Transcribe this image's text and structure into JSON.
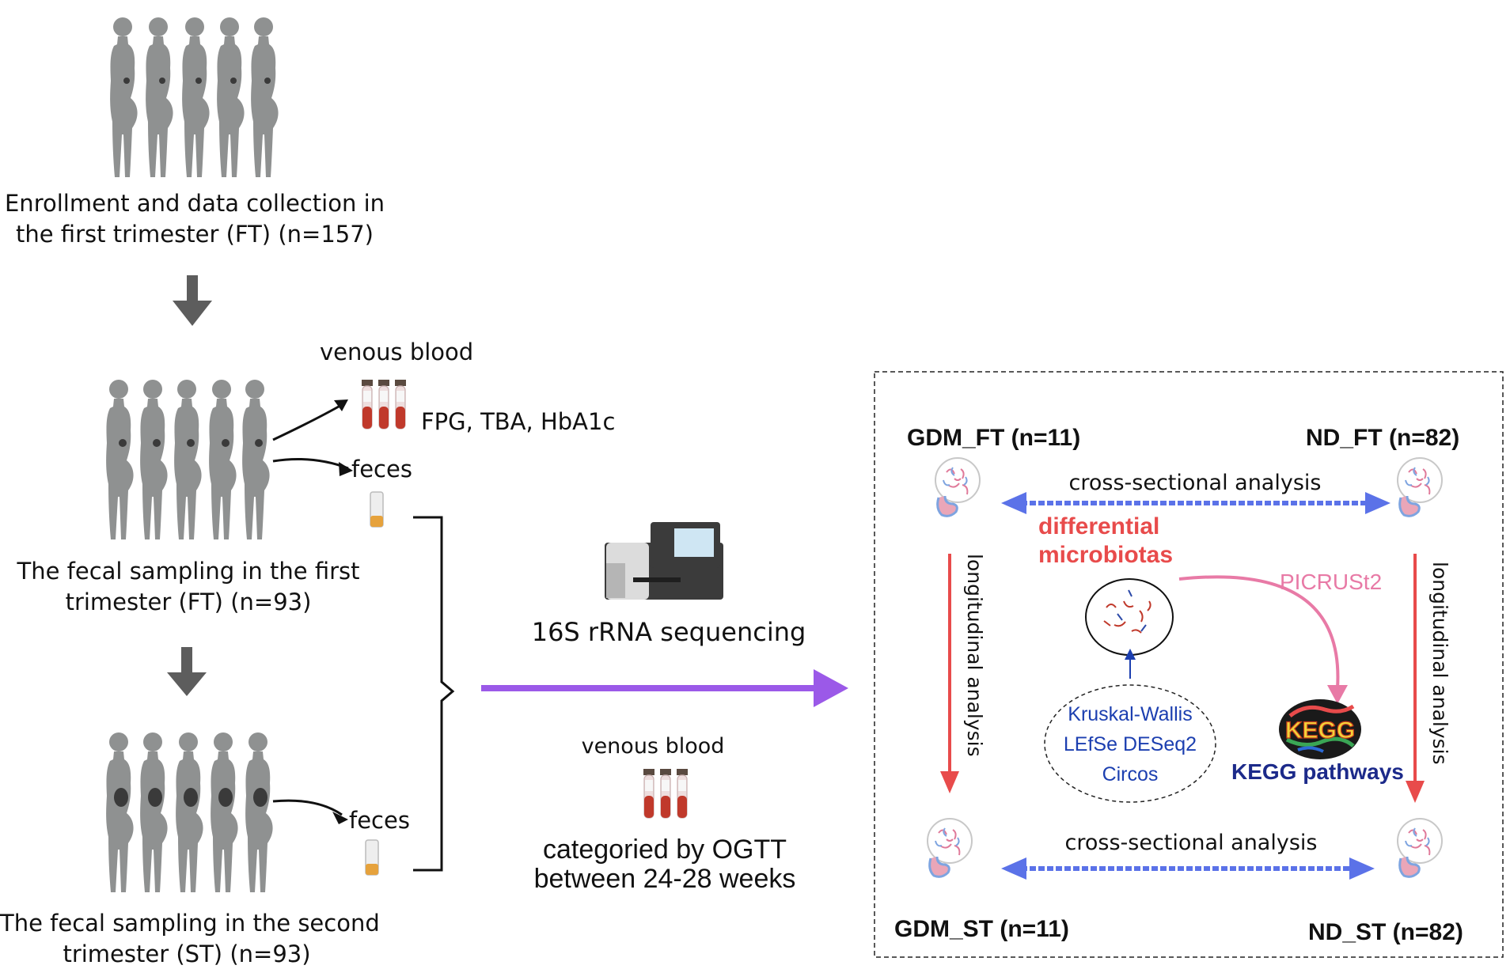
{
  "stage1": {
    "caption_line1": "Enrollment and data collection in",
    "caption_line2": "the first trimester (FT) (n=157)"
  },
  "stage2": {
    "caption_line1": "The fecal sampling in the first",
    "caption_line2": "trimester (FT) (n=93)",
    "blood_label": "venous blood",
    "blood_tests": "FPG, TBA, HbA1c",
    "feces_label": "feces"
  },
  "stage3": {
    "caption_line1": "The fecal sampling in the second",
    "caption_line2": "trimester (ST)  (n=93)",
    "feces_label": "feces"
  },
  "middle": {
    "sequencing_label": "16S rRNA sequencing",
    "blood_label": "venous blood",
    "ogtt_line1": "categoried by OGTT",
    "ogtt_line2": "between 24-28 weeks"
  },
  "analysis": {
    "gdm_ft": "GDM_FT (n=11)",
    "nd_ft": "ND_FT (n=82)",
    "gdm_st": "GDM_ST (n=11)",
    "nd_st": "ND_ST (n=82)",
    "cross_top": "cross-sectional analysis",
    "cross_bottom": "cross-sectional analysis",
    "longitudinal_left": "longitudinal analysis",
    "longitudinal_right": "longitudinal analysis",
    "differential_line1": "differential",
    "differential_line2": "microbiotas",
    "picrust": "PICRUSt2",
    "methods": [
      "Kruskal-Wallis",
      "LEfSe DESeq2",
      "Circos"
    ],
    "kegg_logo_text": "KEGG",
    "kegg_pathways": "KEGG pathways"
  },
  "colors": {
    "silhouette": "#8f9191",
    "flow_arrow": "#5d5d5d",
    "purple_arrow": "#9b59e8",
    "blue_arrow": "#5b72e8",
    "red_arrow": "#e84b4b",
    "pink_arrow": "#e87aa6",
    "kegg_blue": "#1c2a8a"
  }
}
